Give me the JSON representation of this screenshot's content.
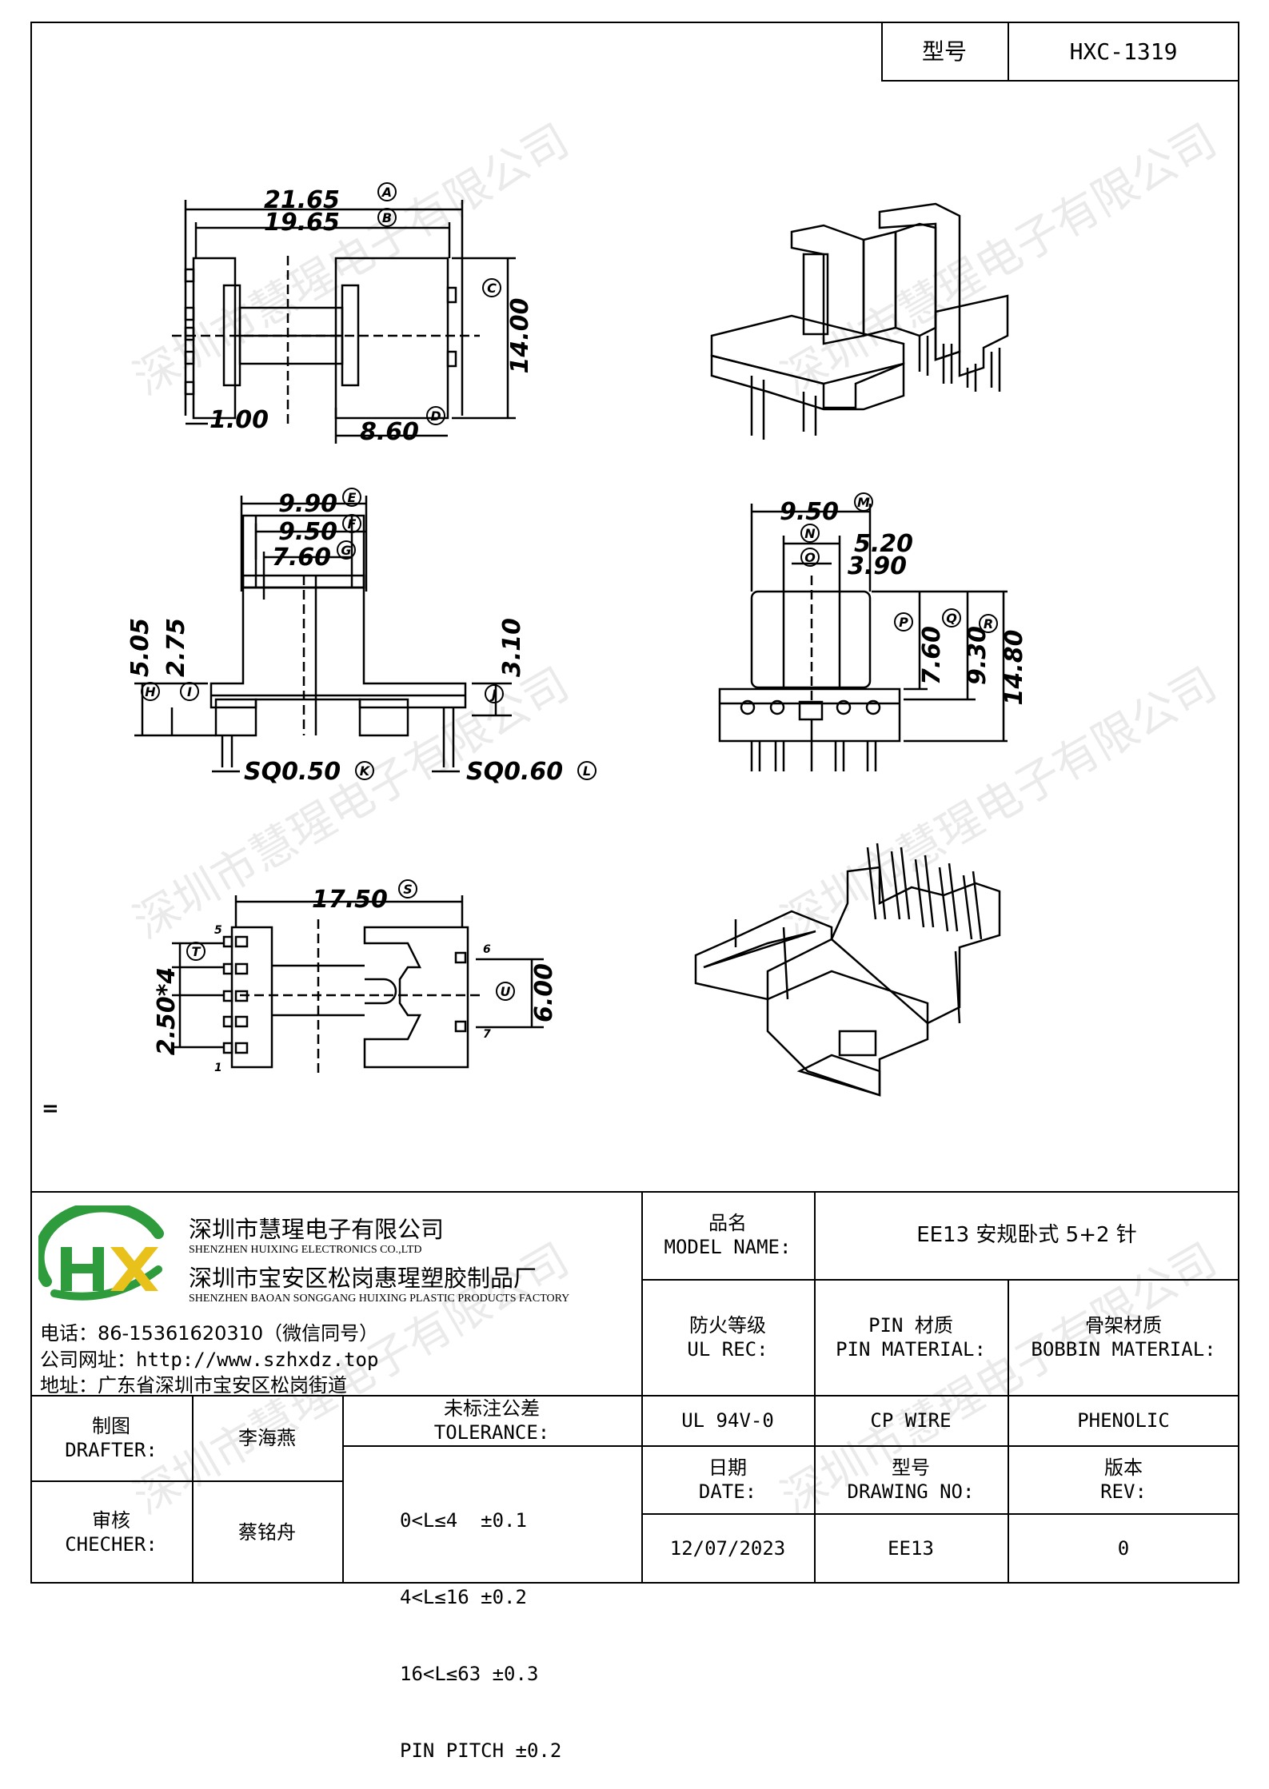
{
  "header": {
    "model_label": "型号",
    "model_value": "HXC-1319"
  },
  "drawing": {
    "top_view": {
      "dims": [
        "21.65",
        "19.65",
        "14.00",
        "1.00",
        "8.60"
      ],
      "markers": [
        "A",
        "B",
        "C",
        "D"
      ]
    },
    "side_view": {
      "dims": [
        "9.90",
        "9.50",
        "7.60",
        "5.05",
        "2.75",
        "3.10",
        "SQ0.50",
        "SQ0.60"
      ],
      "markers": [
        "E",
        "F",
        "G",
        "H",
        "I",
        "J",
        "K",
        "L"
      ]
    },
    "end_view": {
      "dims": [
        "9.50",
        "5.20",
        "3.90",
        "7.60",
        "9.30",
        "14.80"
      ],
      "markers": [
        "M",
        "N",
        "O",
        "P",
        "Q",
        "R"
      ]
    },
    "bottom_view": {
      "dims": [
        "17.50",
        "2.50*4",
        "6.00"
      ],
      "markers": [
        "S",
        "T",
        "U"
      ],
      "pin_numbers": [
        "5",
        "1",
        "6",
        "7"
      ]
    },
    "stray_mark": "="
  },
  "watermark": "深圳市慧瑆电子有限公司",
  "company": {
    "name_cn": "深圳市慧瑆电子有限公司",
    "name_en": "SHENZHEN HUIXING ELECTRONICS CO.,LTD",
    "factory_cn": "深圳市宝安区松岗惠瑆塑胶制品厂",
    "factory_en": "SHENZHEN BAOAN SONGGANG HUIXING PLASTIC PRODUCTS FACTORY",
    "phone": "电话：86-15361620310（微信同号）",
    "website": "公司网址：http://www.szhxdz.top",
    "address": "地址：广东省深圳市宝安区松岗街道",
    "logo_text": "HX",
    "logo_colors": {
      "arc": "#2e9b3c",
      "h": "#2e9b3c",
      "x": "#e8c21a"
    }
  },
  "title_block": {
    "model_name_cn": "品名",
    "model_name_en": "MODEL NAME:",
    "model_name_value": "EE13 安规卧式 5+2 针",
    "ul_cn": "防火等级",
    "ul_en": "UL REC:",
    "pin_cn": "PIN 材质",
    "pin_en": "PIN MATERIAL:",
    "bobbin_cn": "骨架材质",
    "bobbin_en": "BOBBIN MATERIAL:",
    "ul_value": "UL 94V-0",
    "pin_value": "CP WIRE",
    "bobbin_value": "PHENOLIC",
    "drafter_cn": "制图",
    "drafter_en": "DRAFTER:",
    "drafter_name": "李海燕",
    "checker_cn": "审核",
    "checker_en": "CHECHER:",
    "checker_name": "蔡铭舟",
    "tolerance_cn": "未标注公差",
    "tolerance_en": "TOLERANCE:",
    "tolerance_rows": [
      "0<L≤4  ±0.1",
      "4<L≤16 ±0.2",
      "16<L≤63 ±0.3",
      "PIN PITCH ±0.2"
    ],
    "date_cn": "日期",
    "date_en": "DATE:",
    "date_value": "12/07/2023",
    "drawing_no_cn": "型号",
    "drawing_no_en": "DRAWING NO:",
    "drawing_no_value": "EE13",
    "rev_cn": "版本",
    "rev_en": "REV:",
    "rev_value": "0"
  }
}
